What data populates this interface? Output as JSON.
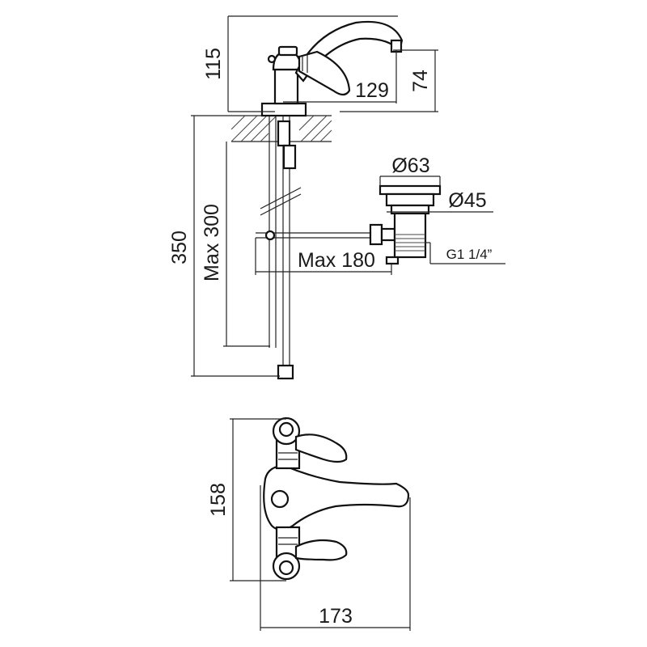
{
  "dimensions": {
    "spout_height": "115",
    "spout_reach": "129",
    "outlet_height": "74",
    "total_height": "350",
    "max_pipe": "Max 300",
    "max_horizontal": "Max 180",
    "diameter_top": "Ø63",
    "diameter_inner": "Ø45",
    "thread": "G1 1/4”",
    "top_view_depth": "158",
    "top_view_width": "173"
  }
}
